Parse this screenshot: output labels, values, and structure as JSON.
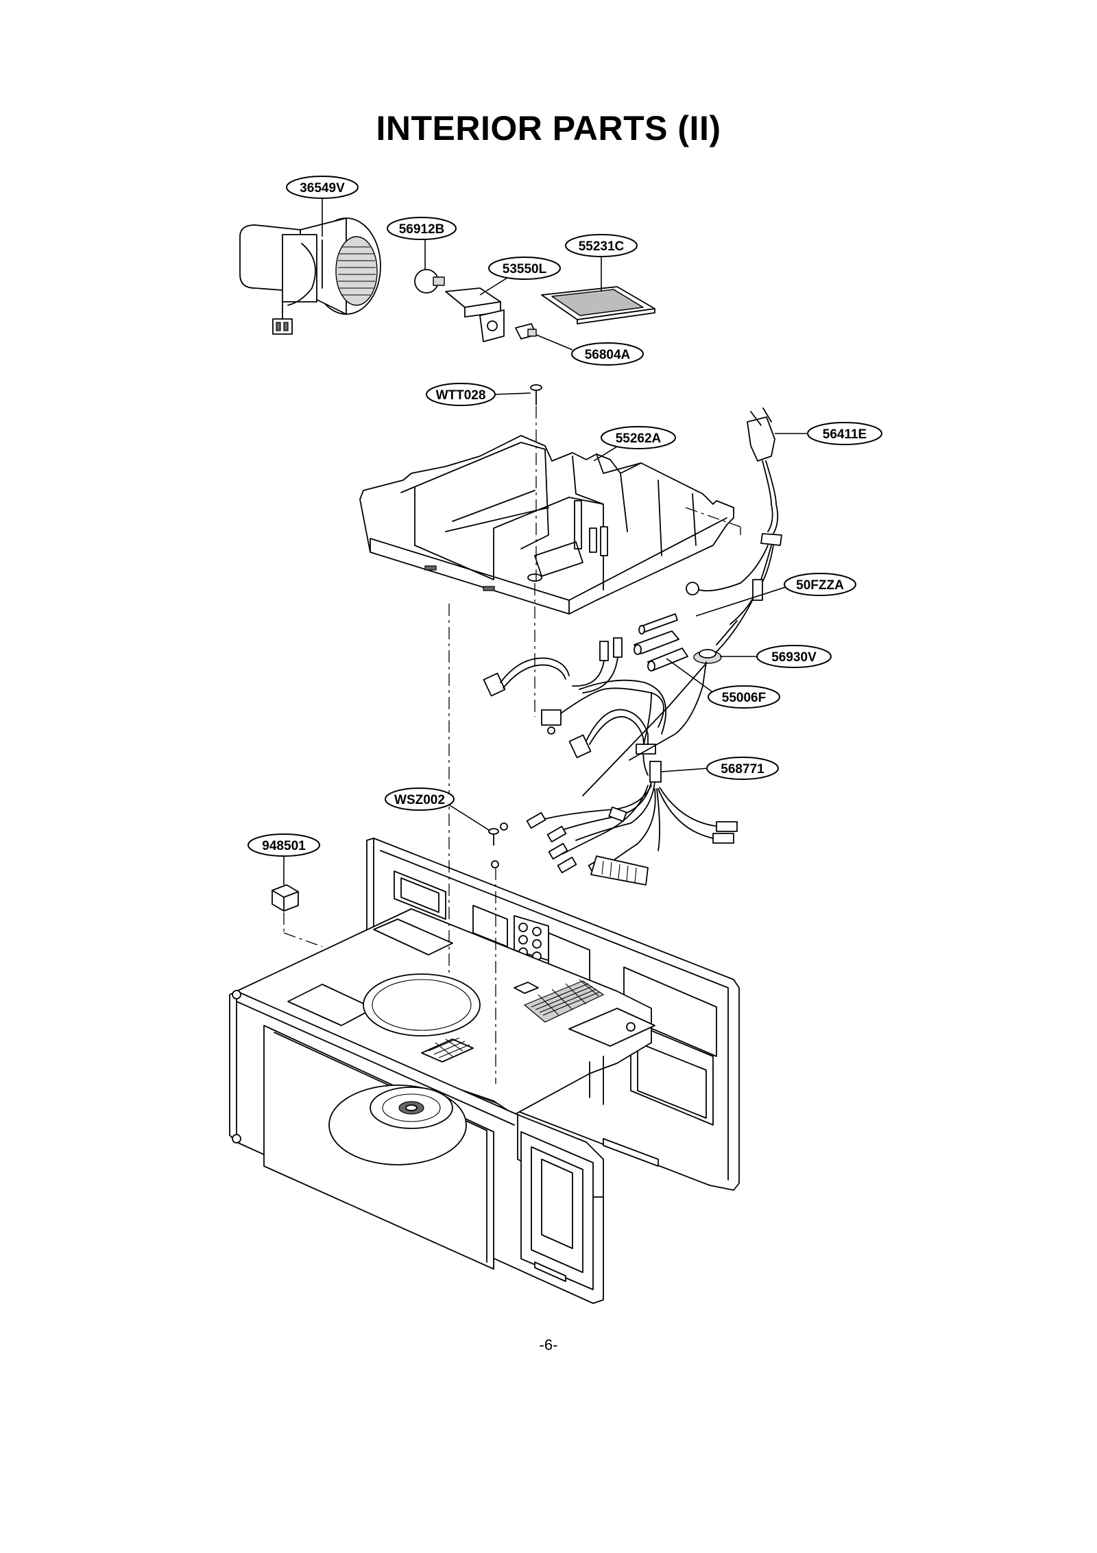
{
  "title": "INTERIOR PARTS (II)",
  "page_number": "-6-",
  "parts": {
    "fan_motor": "36549V",
    "lamp": "56912B",
    "lamp_socket_bracket": "53550L",
    "filter": "55231C",
    "lamp_holder": "56804A",
    "screw_top": "WTT028",
    "base_plate": "55262A",
    "power_cord": "56411E",
    "fuse": "50FZZA",
    "thermostat": "56930V",
    "fuse_holder": "55006F",
    "wire_harness": "568771",
    "screw_ground": "WSZ002",
    "damper_block": "948501"
  }
}
